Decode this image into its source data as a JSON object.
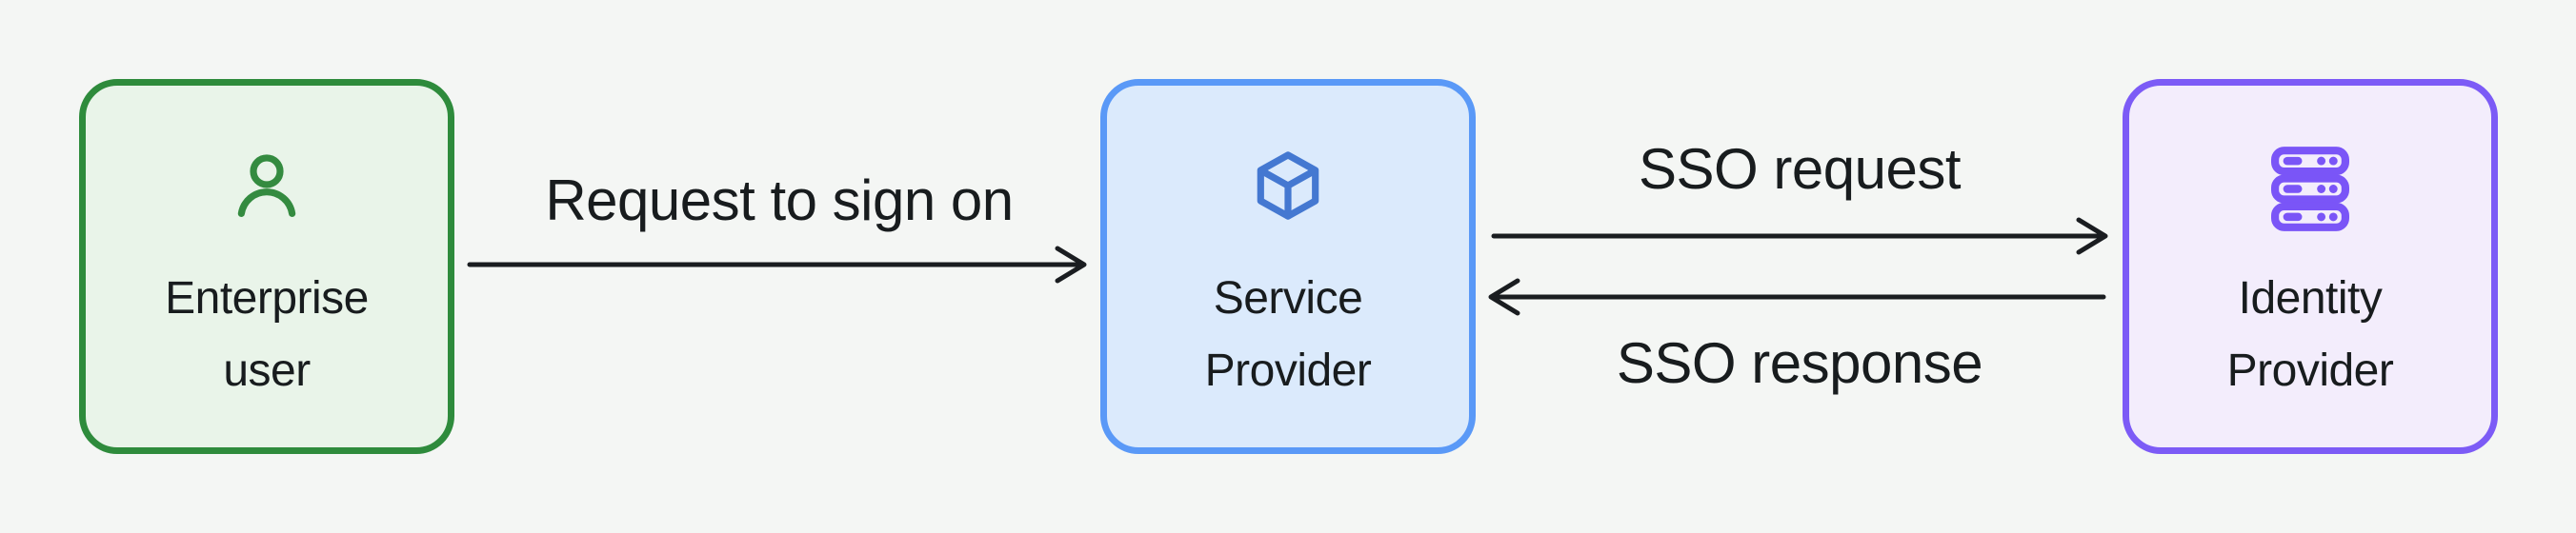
{
  "diagram": {
    "title": "SSO flow diagram",
    "background_color": "#f4f6f4",
    "text_color": "#181c1e",
    "arrow_color": "#1a1d20",
    "nodes": [
      {
        "name": "enterprise-user",
        "lines": [
          "Enterprise",
          "user"
        ],
        "icon": "user-icon",
        "border_color": "#2e8b3c",
        "fill_color": "#e9f4e9",
        "icon_color": "#348b40"
      },
      {
        "name": "service-provider",
        "lines": [
          "Service",
          "Provider"
        ],
        "icon": "cube-icon",
        "border_color": "#5a99f7",
        "fill_color": "#dbeafc",
        "icon_color": "#4478d1"
      },
      {
        "name": "identity-provider",
        "lines": [
          "Identity",
          "Provider"
        ],
        "icon": "server-stack-icon",
        "border_color": "#7c5bf6",
        "fill_color": "#f3edfc",
        "icon_color": "#7a55f7"
      }
    ],
    "arrows": [
      {
        "name": "request-to-sign-on",
        "label": "Request to sign on",
        "from": "enterprise-user",
        "to": "service-provider",
        "direction": "right"
      },
      {
        "name": "sso-request",
        "label": "SSO request",
        "from": "service-provider",
        "to": "identity-provider",
        "direction": "right"
      },
      {
        "name": "sso-response",
        "label": "SSO response",
        "from": "identity-provider",
        "to": "service-provider",
        "direction": "left"
      }
    ]
  }
}
